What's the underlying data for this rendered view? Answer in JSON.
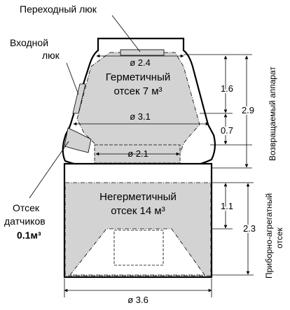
{
  "labels": {
    "transfer_hatch": "Переходный люк",
    "entry_hatch_line1": "Входной",
    "entry_hatch_line2": "люк",
    "sensor_line1": "Отсек",
    "sensor_line2": "датчиков",
    "sensor_line3": "0.1м³",
    "pressurized_line1": "Герметичный",
    "pressurized_line2": "отсек  7 м³",
    "unpressurized_line1": "Негерметичный",
    "unpressurized_line2": "отсек 14 м³",
    "reentry_vehicle": "Возвращаемый аппарат",
    "instrument_line1": "Приборно-агрегатный",
    "instrument_line2": "отсек"
  },
  "dimensions": {
    "d_top": "ø 2.4",
    "d_mid": "ø 3.1",
    "d_bottom": "ø 2.1",
    "d_base": "ø 3.6",
    "h_upper": "1.6",
    "h_lower": "0.7",
    "h_total": "2.9",
    "h_unpress": "1.1",
    "h_instrument": "2.3"
  },
  "colors": {
    "fill_gray": "#d3d3d3",
    "line": "#000000"
  }
}
